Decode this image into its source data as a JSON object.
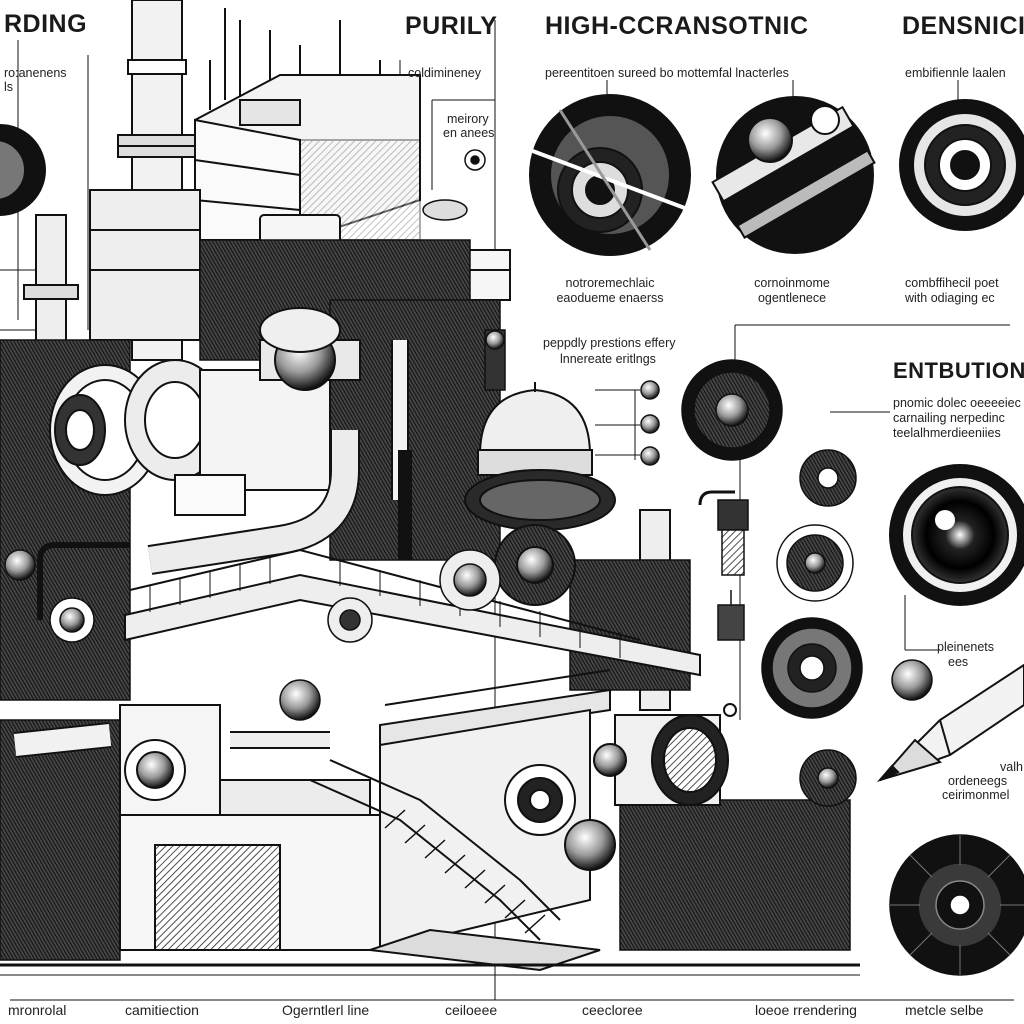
{
  "headings": {
    "top_left": "RDING",
    "top_purily": "PURILY",
    "top_center": "HIGH-CCRANSOTNIC",
    "top_right": "DENSNICI",
    "side_right": "ENTBUTION"
  },
  "notes": {
    "left_top_1": "ro:anenens",
    "left_top_2": "ls",
    "factory_top": "coldimineney",
    "factory_mid_1": "meirory",
    "factory_mid_2": "en anees",
    "center_top": "pereentitoen sureed bo mottemfal lnacterles",
    "right_top": "embifiennle laalen",
    "circ1_caption_1": "notroremechlaic",
    "circ1_caption_2": "eaodueme enaerss",
    "circ2_caption_1": "cornoinmome",
    "circ2_caption_2": "ogentlenece",
    "circ3_caption_1": "combffihecil poet",
    "circ3_caption_2": "with odiaging ec",
    "mid_note_1": "peppdly prestions effery",
    "mid_note_2": "lnnereate eritlngs",
    "entbution_1": "pnomic dolec oeeeeiec",
    "entbution_2": "carnailing nerpedinc",
    "entbution_3": "teelalhmerdieeniies",
    "lens_note_1": "pleinenets",
    "lens_note_2": "ees",
    "pencil_note_1": "valh",
    "pencil_note_2": "ordeneegs",
    "pencil_note_3": "ceirimonmel"
  },
  "footer": [
    "mronrolal",
    "camitiection",
    "Ogerntlerl line",
    "ceiloeee",
    "ceecloree",
    "loeoe rrendering",
    "metcle selbe"
  ],
  "colors": {
    "ink": "#111111",
    "paper": "#ffffff",
    "shade": "#8a8a8a",
    "light": "#ededed"
  }
}
